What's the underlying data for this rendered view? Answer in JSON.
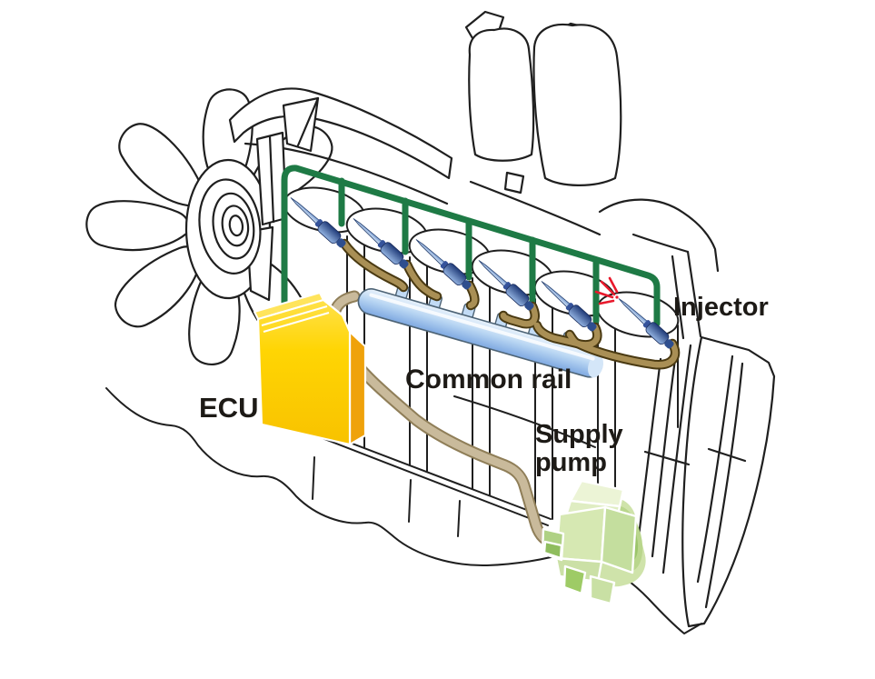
{
  "diagram": {
    "subject": "Common rail diesel fuel injection system illustrated on an engine line drawing",
    "labels": [
      {
        "id": "ecu",
        "text": "ECU"
      },
      {
        "id": "common_rail",
        "text": "Common rail"
      },
      {
        "id": "injector",
        "text": "Injector"
      },
      {
        "id": "supply_pump",
        "text": "Supply pump"
      }
    ],
    "components": [
      "engine line art",
      "cooling fan",
      "six cylinder bores",
      "ECU module",
      "green wiring harness with six drops",
      "six fuel injectors",
      "common rail with six ports",
      "high-pressure fuel lines",
      "low-pressure supply line",
      "supply pump",
      "red injection spray burst"
    ],
    "counts": {
      "cylinders": 6,
      "injectors": 6,
      "harness_drops": 6,
      "rail_ports": 6
    },
    "colors": {
      "wire_green": "#1E7A45",
      "rail_blue": "#C2DBF5",
      "ecu_yellow": "#FFD503",
      "ecu_orange": "#EFA20B",
      "pump_green": "#D6E8B2",
      "fuel_line_tan": "#A98F55",
      "fuel_line_outline": "#4A3A12",
      "supply_line_beige": "#C9BA9B",
      "supply_line_outline": "#8F7E58",
      "spray_red": "#E8192C",
      "line_art": "#1f1f1f",
      "background": "#FFFFFF"
    }
  }
}
